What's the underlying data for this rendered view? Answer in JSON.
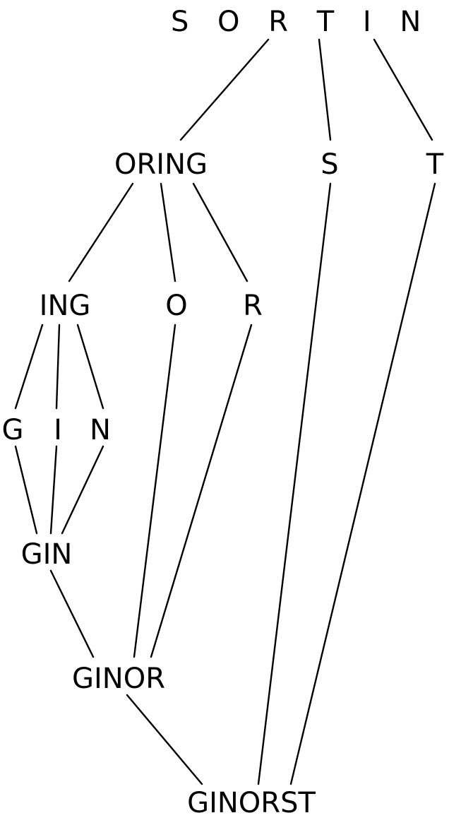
{
  "diagram": {
    "nodes": {
      "sorting": "S O R T I N G",
      "oring": "ORING",
      "s": "S",
      "t": "T",
      "ing": "ING",
      "o": "O",
      "r": "R",
      "g": "G",
      "i": "I",
      "n": "N",
      "gin": "GIN",
      "ginor": "GINOR",
      "ginorst": "GINORST"
    },
    "edges": [
      [
        "sorting",
        "oring"
      ],
      [
        "sorting",
        "s"
      ],
      [
        "sorting",
        "t"
      ],
      [
        "oring",
        "ing"
      ],
      [
        "oring",
        "o"
      ],
      [
        "oring",
        "r"
      ],
      [
        "ing",
        "g"
      ],
      [
        "ing",
        "i"
      ],
      [
        "ing",
        "n"
      ],
      [
        "g",
        "gin"
      ],
      [
        "i",
        "gin"
      ],
      [
        "n",
        "gin"
      ],
      [
        "gin",
        "ginor"
      ],
      [
        "o",
        "ginor"
      ],
      [
        "r",
        "ginor"
      ],
      [
        "ginor",
        "ginorst"
      ],
      [
        "s",
        "ginorst"
      ],
      [
        "t",
        "ginorst"
      ]
    ]
  }
}
